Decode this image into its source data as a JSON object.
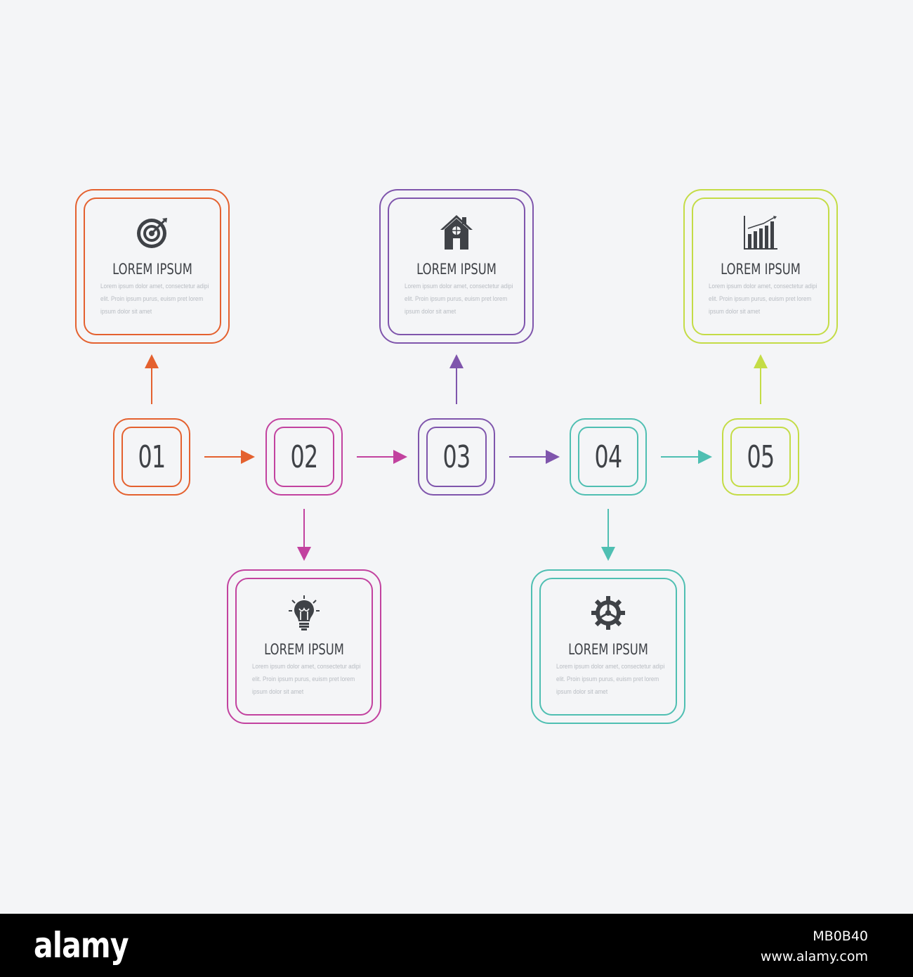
{
  "colors": {
    "step1": "#e4612f",
    "step2": "#c2429f",
    "step3": "#7f55ac",
    "step4": "#4fbfb2",
    "step5": "#c4dc46",
    "text_dark": "#3f4247",
    "text_light": "#b8bcc2"
  },
  "steps": [
    {
      "number": "01",
      "icon": "target-icon"
    },
    {
      "number": "02",
      "icon": "lightbulb-icon"
    },
    {
      "number": "03",
      "icon": "house-icon"
    },
    {
      "number": "04",
      "icon": "gear-icon"
    },
    {
      "number": "05",
      "icon": "bar-chart-icon"
    }
  ],
  "cards": [
    {
      "title": "LOREM IPSUM",
      "body": [
        "Lorem ipsum dolor amet, consectetur adipi",
        "elit. Proin ipsum purus, euism pret lorem",
        "ipsum dolor sit amet"
      ]
    },
    {
      "title": "LOREM IPSUM",
      "body": [
        "Lorem ipsum dolor amet, consectetur adipi",
        "elit. Proin ipsum purus, euism pret lorem",
        "ipsum dolor sit amet"
      ]
    },
    {
      "title": "LOREM IPSUM",
      "body": [
        "Lorem ipsum dolor amet, consectetur adipi",
        "elit. Proin ipsum purus, euism pret lorem",
        "ipsum dolor sit amet"
      ]
    },
    {
      "title": "LOREM IPSUM",
      "body": [
        "Lorem ipsum dolor amet, consectetur adipi",
        "elit. Proin ipsum purus, euism pret lorem",
        "ipsum dolor sit amet"
      ]
    },
    {
      "title": "LOREM IPSUM",
      "body": [
        "Lorem ipsum dolor amet, consectetur adipi",
        "elit. Proin ipsum purus, euism pret lorem",
        "ipsum dolor sit amet"
      ]
    }
  ],
  "footer": {
    "logo": "alamy",
    "image_id": "MB0B40",
    "url": "www.alamy.com"
  }
}
